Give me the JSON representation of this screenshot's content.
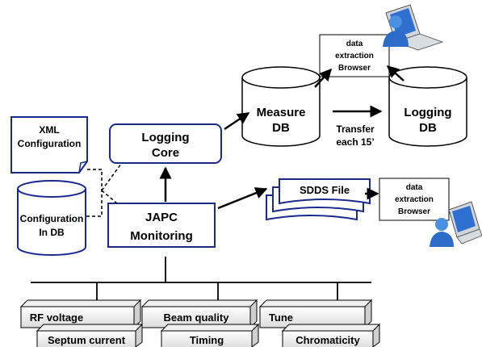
{
  "xml_config": [
    "XML",
    "Configuration"
  ],
  "config_db": [
    "Configuration",
    "In DB"
  ],
  "logging_core": [
    "Logging",
    "Core"
  ],
  "japc_monitoring": [
    "JAPC",
    "Monitoring"
  ],
  "measure_db": [
    "Measure",
    "DB"
  ],
  "logging_db": [
    "Logging",
    "DB"
  ],
  "transfer": [
    "Transfer",
    "each 15’"
  ],
  "sdds_file": "SDDS File",
  "extraction_top": [
    "data",
    "extraction",
    "Browser"
  ],
  "extraction_right": [
    "data",
    "extraction",
    "Browser"
  ],
  "devices": {
    "rf_voltage": "RF voltage",
    "septum_current": "Septum current",
    "beam_quality": "Beam quality",
    "timing": "Timing",
    "tune": "Tune",
    "chromaticity": "Chromaticity"
  },
  "icons": [
    "computer-user-icon",
    "computer-user-icon"
  ]
}
